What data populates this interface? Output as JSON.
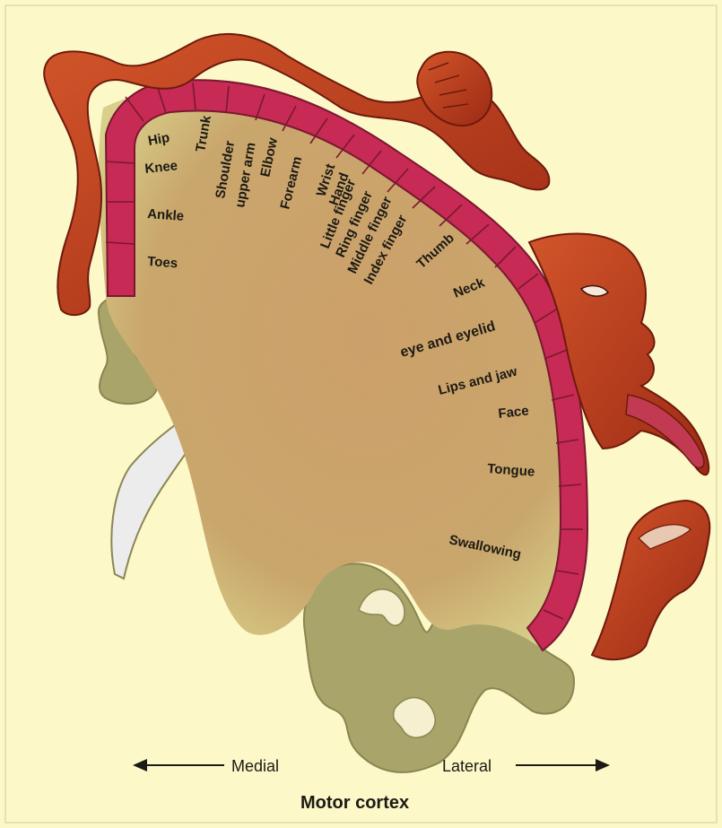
{
  "colors": {
    "background": "#fcf8c8",
    "cortex_fill": "#c8a46a",
    "cortex_band": "#c72a55",
    "white_matter": "#a8a46a",
    "homunculus_skin": "#b8391c"
  },
  "body_parts": [
    "Hip",
    "Trunk",
    "Knee",
    "Shoulder",
    "upper arm",
    "Elbow",
    "Forearm",
    "Ankle",
    "Wrist",
    "Hand",
    "Little finger",
    "Ring finger",
    "Middle finger",
    "Index finger",
    "Toes",
    "Thumb",
    "Neck",
    "eye and eyelid",
    "Lips and jaw",
    "Face",
    "Tongue",
    "Swallowing"
  ],
  "direction": {
    "medial": "Medial",
    "lateral": "Lateral"
  },
  "title": "Motor cortex"
}
